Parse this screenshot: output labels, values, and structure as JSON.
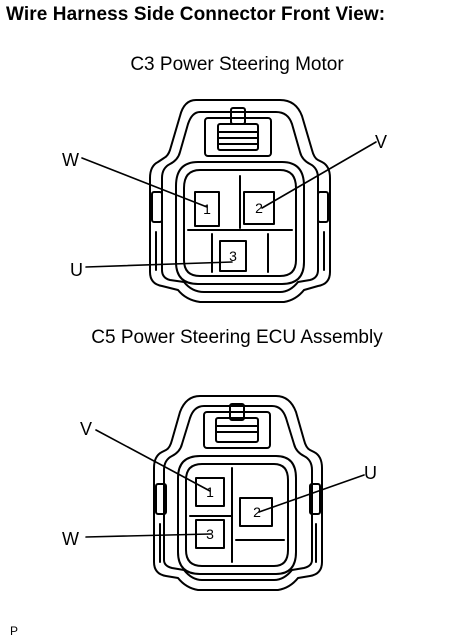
{
  "title": "Wire Harness Side Connector Front View:",
  "connectors": [
    {
      "name": "C3 Power Steering Motor",
      "pins": [
        {
          "number": "1",
          "wire": "W"
        },
        {
          "number": "2",
          "wire": "V"
        },
        {
          "number": "3",
          "wire": "U"
        }
      ]
    },
    {
      "name": "C5 Power Steering ECU Assembly",
      "pins": [
        {
          "number": "1",
          "wire": "V"
        },
        {
          "number": "2",
          "wire": "U"
        },
        {
          "number": "3",
          "wire": "W"
        }
      ]
    }
  ],
  "footer": "P"
}
